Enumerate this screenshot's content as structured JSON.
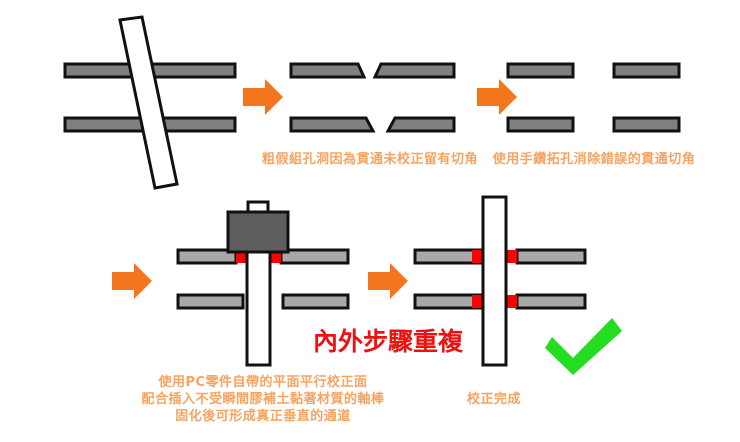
{
  "diagram": {
    "title_text_color": "#F5A462",
    "emphasis_text_color": "#EE1111",
    "arrow_color": "#F4761C",
    "check_color": "#22DD22",
    "bar_color_top_row": "#808080",
    "bar_color_bottom_row": "#A8A8A8",
    "rod_color": "#FFFFFF",
    "pc_block_color": "#5E5E5E",
    "filler_color": "#FF0000",
    "outline_color": "#000000"
  },
  "captions": {
    "step1": "粗假組孔洞因為貫通未校正留有切角",
    "step2": "使用手鑽拓孔消除錯誤的貫通切角",
    "step3_line1": "使用PC零件自帶的平面平行校正面",
    "step3_line2": "配合插入不受瞬間膠補土黏著材質的軸棒",
    "step3_line3": "固化後可形成真正垂直的通道",
    "step4": "校正完成",
    "repeat_note": "內外步驟重複"
  },
  "icons": {
    "arrow1": "right-arrow-icon",
    "arrow2": "right-arrow-icon",
    "arrow3": "right-arrow-icon",
    "arrow4": "right-arrow-icon",
    "check": "green-check-icon"
  },
  "panels": [
    {
      "id": "panel-misaligned-rod",
      "label": "misaligned-tilted-rod",
      "bars": 2,
      "rod_state": "tilted"
    },
    {
      "id": "panel-beveled-holes",
      "label": "beveled-angled-holes",
      "bars": 4,
      "rod_state": "none"
    },
    {
      "id": "panel-reamed-holes",
      "label": "reamed-straight-holes",
      "bars": 4,
      "rod_state": "none"
    },
    {
      "id": "panel-pc-jig-insert",
      "label": "pc-part-jig-with-rod",
      "bars": 4,
      "rod_state": "vertical-partial"
    },
    {
      "id": "panel-corrected",
      "label": "fully-corrected-vertical-rod",
      "bars": 4,
      "rod_state": "vertical-through"
    }
  ]
}
